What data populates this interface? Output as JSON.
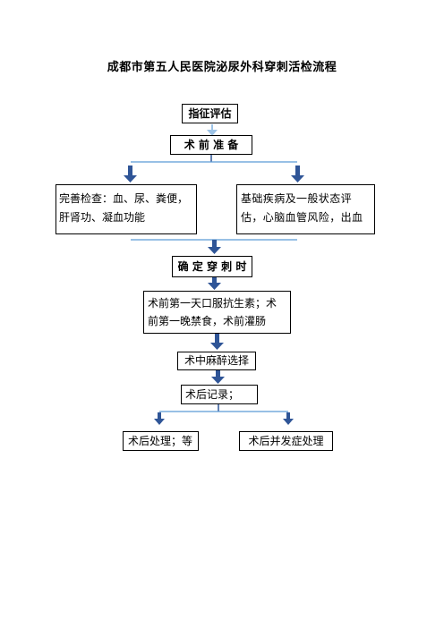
{
  "title": "成都市第五人民医院泌尿外科穿刺活检流程",
  "flow": {
    "indication": "指征评估",
    "preop_prep": "术 前 准 备",
    "left_check_line1": "完善检查：血、尿、粪便，",
    "left_check_line2": "肝肾功、凝血功能",
    "right_eval_line1": "基础疾病及一般状态评",
    "right_eval_line2": "估，心脑血管风险，出血",
    "decide_time": "确 定 穿 刺 时",
    "day_before_line1": "术前第一天口服抗生素；术",
    "day_before_line2": "前第一晚禁食，术前灌肠",
    "anesthesia": "术中麻醉选择",
    "postop_record": "术后记录；",
    "postop_handling": "术后处理；等",
    "complication_handling": "术后并发症处理"
  }
}
